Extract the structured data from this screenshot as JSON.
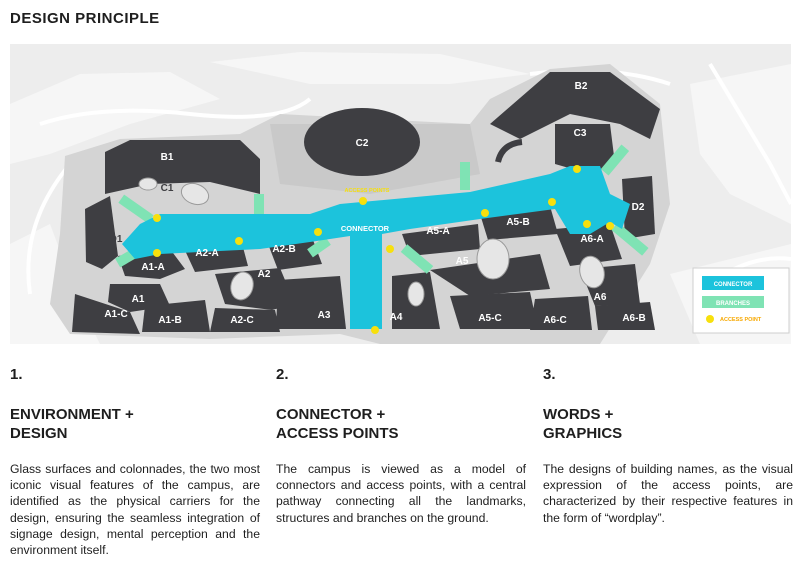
{
  "title": "DESIGN PRINCIPLE",
  "colors": {
    "connector": "#1cc3dc",
    "branch": "#7fe3b4",
    "access_point": "#f7e00d",
    "building": "#3f3f43",
    "ground": "#d9d9d9",
    "background_map": "#ececec"
  },
  "map": {
    "buildings": [
      "B1",
      "C1",
      "D1",
      "A1-A",
      "A1",
      "A1-C",
      "A1-B",
      "A2-A",
      "A2",
      "A2-B",
      "A2-C",
      "C2",
      "A3",
      "A4",
      "A5-A",
      "A5",
      "A5-B",
      "A5-C",
      "A6-C",
      "A6-A",
      "A6",
      "A6-B",
      "B2",
      "C3",
      "D2"
    ],
    "connector_label": "CONNECTOR",
    "access_label": "ACCESS POINTS"
  },
  "legend": {
    "connector": "CONNECTOR",
    "branches": "BRANCHES",
    "access_point": "ACCESS POINT"
  },
  "columns": [
    {
      "num": "1.",
      "heading": "ENVIRONMENT +\nDESIGN",
      "body": "Glass surfaces and colonnades, the two most iconic visual features of the campus, are identified as the physical carriers for the design, ensuring the seamless integration of signage design, mental perception and the environment itself."
    },
    {
      "num": "2.",
      "heading": "CONNECTOR +\nACCESS POINTS",
      "body": "The campus is viewed as a model of connectors and access points, with a central pathway connecting all the landmarks, structures and branches on the ground."
    },
    {
      "num": "3.",
      "heading": "WORDS +\nGRAPHICS",
      "body": "The designs of building names, as the visual expression of the access points, are characterized by their respective features in the form of “wordplay”."
    }
  ]
}
